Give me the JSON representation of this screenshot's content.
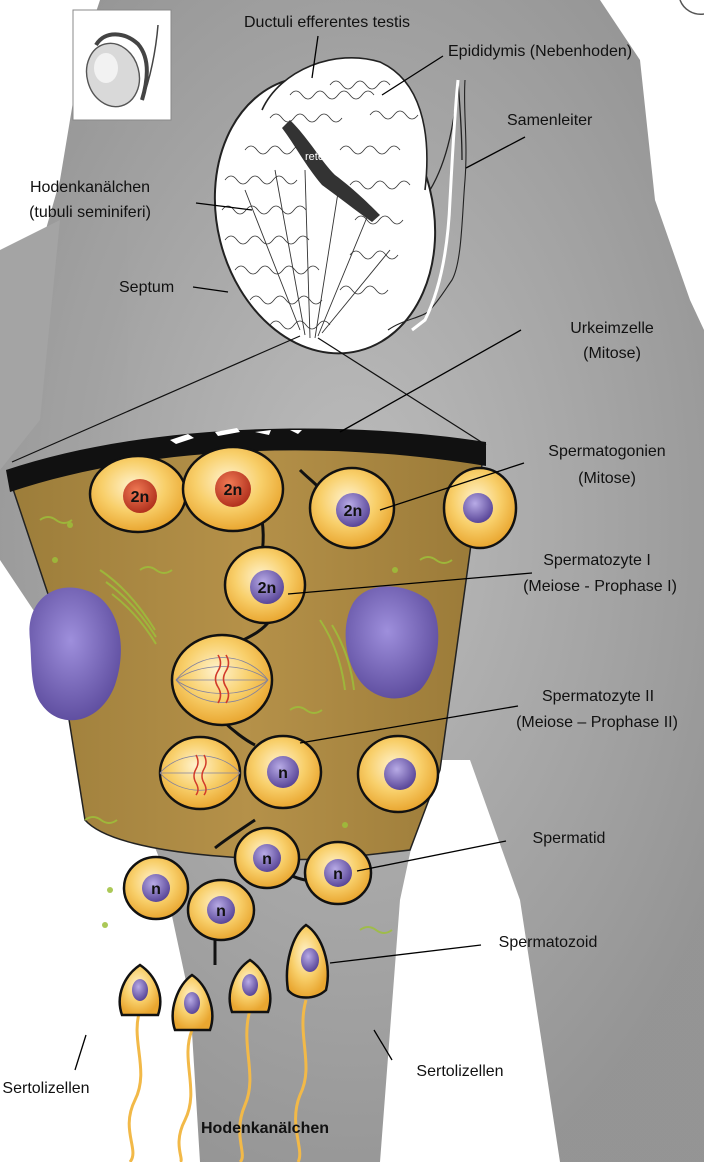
{
  "labels": {
    "ductuli": "Ductuli efferentes testis",
    "epididymis": "Epididymis (Nebenhoden)",
    "samenleiter": "Samenleiter",
    "hodenkanaelchen_line1": "Hodenkanälchen",
    "hodenkanaelchen_line2": "(tubuli seminiferi)",
    "septum": "Septum",
    "urkeimzelle_line1": "Urkeimzelle",
    "urkeimzelle_line2": "(Mitose)",
    "spermatogonien_line1": "Spermatogonien",
    "spermatogonien_line2": "(Mitose)",
    "spermatozyte1_line1": "Spermatozyte I",
    "spermatozyte1_line2": "(Meiose - Prophase I)",
    "spermatozyte2_line1": "Spermatozyte II",
    "spermatozyte2_line2": "(Meiose – Prophase II)",
    "spermatid": "Spermatid",
    "spermatozoid": "Spermatozoid",
    "sertoli_left": "Sertolizellen",
    "sertoli_right": "Sertolizellen",
    "bottom_title": "Hodenkanälchen"
  },
  "testis_inset_label": "rete",
  "cells": {
    "diploid": "2n",
    "haploid": "n"
  },
  "colors": {
    "tissue": "#a98842",
    "cell_membrane": "#f2b948",
    "nucleus_diploid_red": "#c8402a",
    "nucleus_purple": "#6b5aa8",
    "silhouette": "#a9a9a9"
  }
}
